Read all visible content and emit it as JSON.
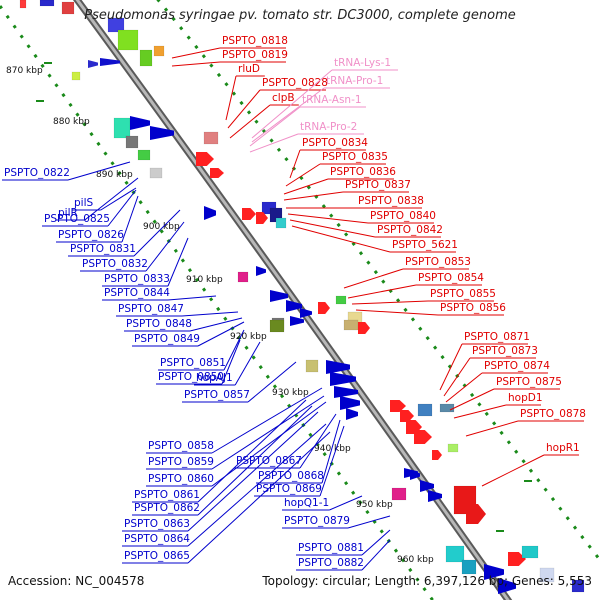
{
  "title": "Pseudomonas syringae pv. tomato str. DC3000, complete genome",
  "footer": {
    "accession": "Accession: NC_004578",
    "summary": "Topology: circular; Length: 6,397,126 bp; Genes: 5,553"
  },
  "colors": {
    "forward": "#e00000",
    "reverse": "#0000cc",
    "trna": "#f090c8",
    "ruler": "#1a8a1a",
    "backbone": "#888888"
  },
  "ticks": [
    "870 kbp",
    "880 kbp",
    "890 kbp",
    "900 kbp",
    "910 kbp",
    "920 kbp",
    "930 kbp",
    "940 kbp",
    "950 kbp",
    "960 kbp"
  ],
  "forward_labels": [
    "PSPTO_0818",
    "PSPTO_0819",
    "rluD",
    "PSPTO_0828",
    "clpB",
    "PSPTO_0834",
    "PSPTO_0835",
    "PSPTO_0836",
    "PSPTO_0837",
    "PSPTO_0838",
    "PSPTO_0840",
    "PSPTO_0842",
    "PSPTO_5621",
    "PSPTO_0853",
    "PSPTO_0854",
    "PSPTO_0855",
    "PSPTO_0856",
    "PSPTO_0871",
    "PSPTO_0873",
    "PSPTO_0874",
    "PSPTO_0875",
    "hopD1",
    "PSPTO_0878",
    "hopR1"
  ],
  "trna_labels": [
    "tRNA-Lys-1",
    "tRNA-Pro-1",
    "tRNA-Asn-1",
    "tRNA-Pro-2"
  ],
  "reverse_labels": [
    "PSPTO_0822",
    "pilR",
    "pilS",
    "PSPTO_0825",
    "PSPTO_0826",
    "PSPTO_0831",
    "PSPTO_0832",
    "PSPTO_0833",
    "PSPTO_0844",
    "PSPTO_0847",
    "PSPTO_0848",
    "PSPTO_0849",
    "PSPTO_0851",
    "PSPTO_0850",
    "hopAJ1",
    "PSPTO_0857",
    "PSPTO_0858",
    "PSPTO_0859",
    "PSPTO_0860",
    "PSPTO_0867",
    "PSPTO_0868",
    "PSPTO_0869",
    "PSPTO_0861",
    "PSPTO_0862",
    "PSPTO_0863",
    "PSPTO_0864",
    "PSPTO_0865",
    "hopQ1-1",
    "PSPTO_0879",
    "PSPTO_0881",
    "PSPTO_0882"
  ]
}
